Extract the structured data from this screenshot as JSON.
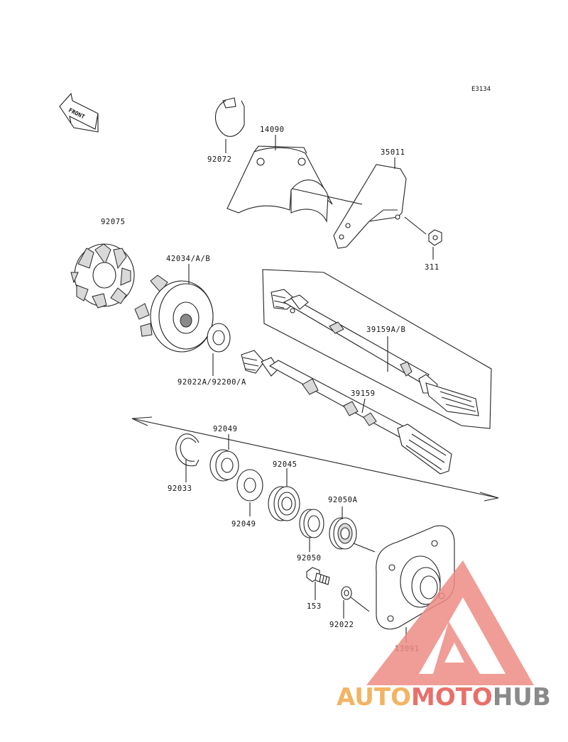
{
  "diagram_code": "E3134",
  "front_label": "FRONT",
  "callouts": [
    {
      "id": "c-92072",
      "label": "92072"
    },
    {
      "id": "c-14090",
      "label": "14090"
    },
    {
      "id": "c-35011",
      "label": "35011"
    },
    {
      "id": "c-311",
      "label": "311"
    },
    {
      "id": "c-92075",
      "label": "92075"
    },
    {
      "id": "c-42034",
      "label": "42034/A/B"
    },
    {
      "id": "c-39159ab",
      "label": "39159A/B"
    },
    {
      "id": "c-92022a",
      "label": "92022A/92200/A"
    },
    {
      "id": "c-39159",
      "label": "39159"
    },
    {
      "id": "c-92049a",
      "label": "92049"
    },
    {
      "id": "c-92033",
      "label": "92033"
    },
    {
      "id": "c-92045",
      "label": "92045"
    },
    {
      "id": "c-92049b",
      "label": "92049"
    },
    {
      "id": "c-92050a",
      "label": "92050A"
    },
    {
      "id": "c-92050",
      "label": "92050"
    },
    {
      "id": "c-153",
      "label": "153"
    },
    {
      "id": "c-92022",
      "label": "92022"
    },
    {
      "id": "c-13091",
      "label": "13091"
    }
  ],
  "watermark": {
    "part1": "AUTO",
    "part2": "MOTO",
    "part3": "HUB",
    "color_auto": "#f2b463",
    "color_moto": "#e8706a",
    "color_hub": "#8a8a8a",
    "triangle_color": "#ee8c86"
  }
}
